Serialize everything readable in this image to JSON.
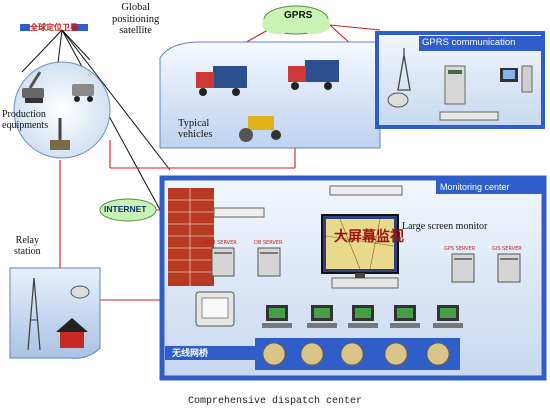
{
  "satellite": {
    "label_line1": "Global",
    "label_line2": "positioning",
    "label_line3": "satellite",
    "cn_label": "全球定位卫星"
  },
  "production": {
    "label_line1": "Production",
    "label_line2": "equipments"
  },
  "relay": {
    "label_line1": "Relay",
    "label_line2": "station"
  },
  "vehicles": {
    "label_line1": "Typical",
    "label_line2": "vehicles"
  },
  "gprs_cloud": {
    "label": "GPRS"
  },
  "internet_cloud": {
    "label": "INTERNET"
  },
  "gprs_panel": {
    "title": "GPRS communication"
  },
  "monitoring": {
    "title": "Monitoring center",
    "large_screen_label": "Large screen monitor",
    "screen_text": "大屏幕监视",
    "server_labels": [
      "WEB SERVER",
      "DB SERVER",
      "GPS SERVER",
      "GIS SERVER"
    ],
    "bridge_label": "无线网桥"
  },
  "caption": "Comprehensive dispatch center",
  "colors": {
    "panel_blue": "#2f5ec8",
    "panel_light": "#dde8f7",
    "link_red": "#cc2222",
    "cloud": "#c9f2b5",
    "brick": "#b83a22"
  }
}
